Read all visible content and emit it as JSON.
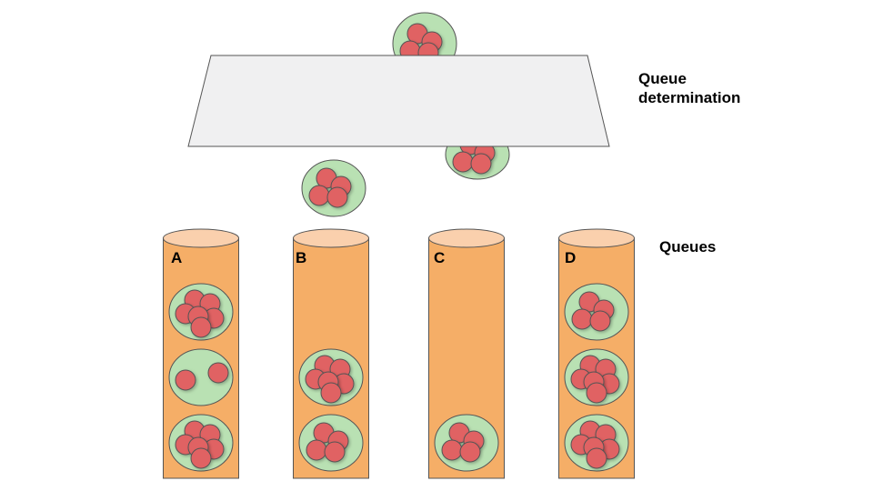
{
  "labels": {
    "queue_determination_line1": "Queue",
    "queue_determination_line2": "determination",
    "queues": "Queues"
  },
  "colors": {
    "queue_body": "#f5ae67",
    "queue_top": "#fad0ad",
    "bag": "#b9e1b3",
    "ball": "#e06263",
    "funnel": "#f0f0f1",
    "stroke": "#555555"
  },
  "queues": [
    {
      "name": "A",
      "bags": [
        6,
        2,
        6
      ]
    },
    {
      "name": "B",
      "bags": [
        0,
        6,
        4
      ]
    },
    {
      "name": "C",
      "bags": [
        0,
        0,
        4
      ]
    },
    {
      "name": "D",
      "bags": [
        4,
        6,
        6
      ]
    }
  ],
  "incoming": {
    "above_funnel": 4,
    "behind_funnel": 4,
    "dropped": 4
  }
}
